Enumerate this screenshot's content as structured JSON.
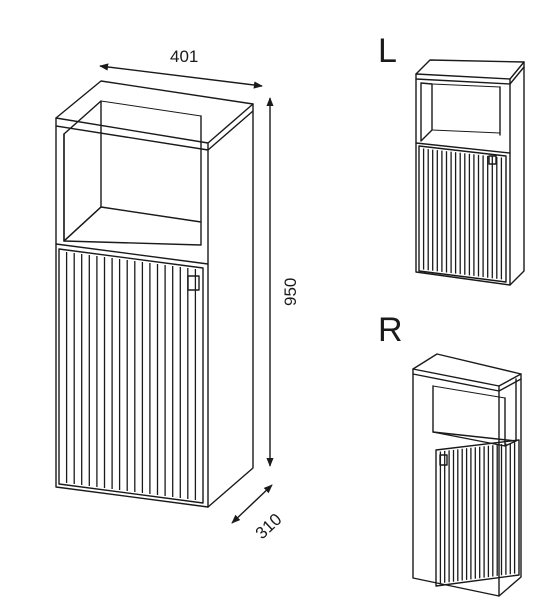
{
  "dimensions": {
    "width": "401",
    "height": "950",
    "depth": "310"
  },
  "variants": {
    "left": "L",
    "right": "R"
  }
}
